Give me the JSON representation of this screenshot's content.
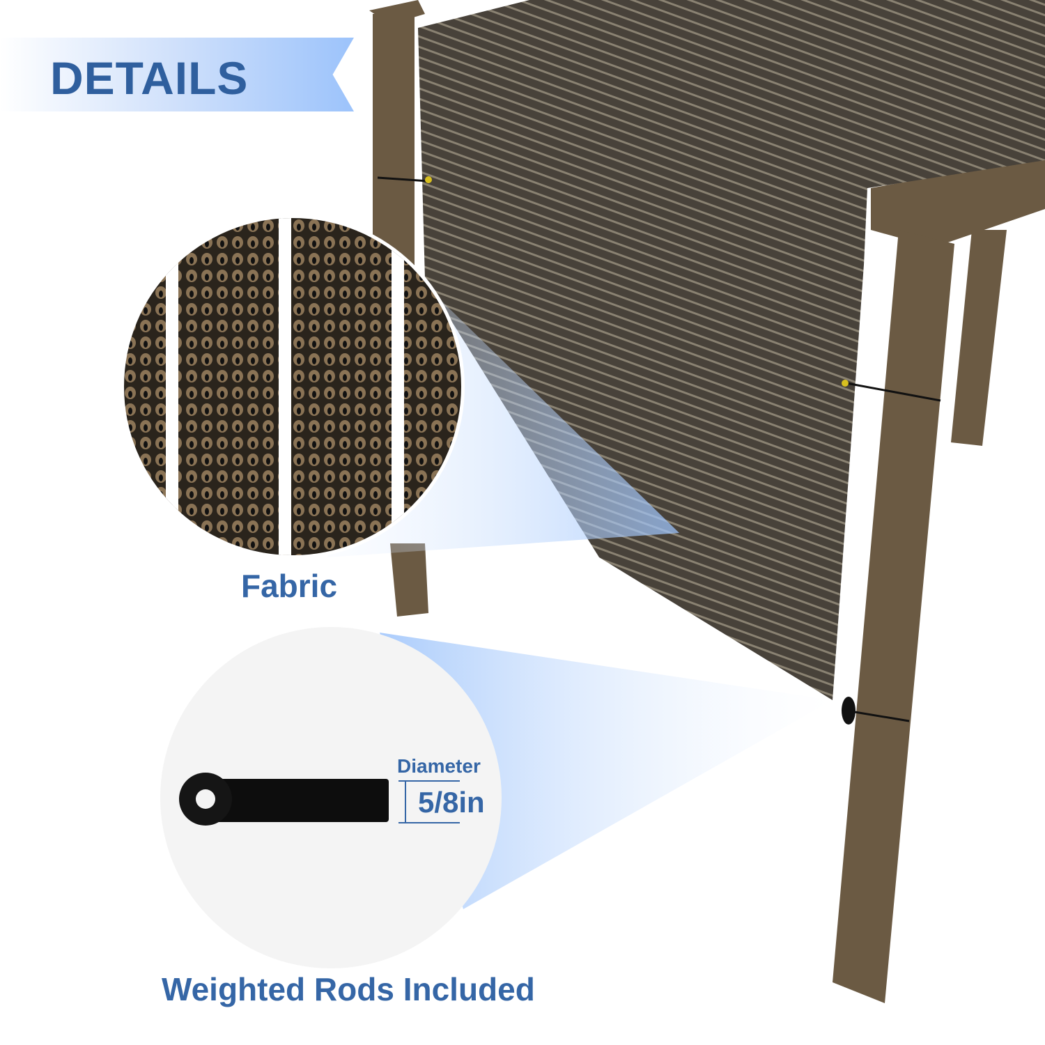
{
  "banner": {
    "title": "DETAILS"
  },
  "callouts": {
    "fabric": "Fabric",
    "rods": "Weighted Rods Included",
    "diameter_label": "Diameter",
    "diameter_value": "5/8in"
  },
  "colors": {
    "accent_text": "#3566a6",
    "banner_blue": "#9cc3fb",
    "wood": "#6b5a43",
    "fabric": "#4a4438"
  }
}
